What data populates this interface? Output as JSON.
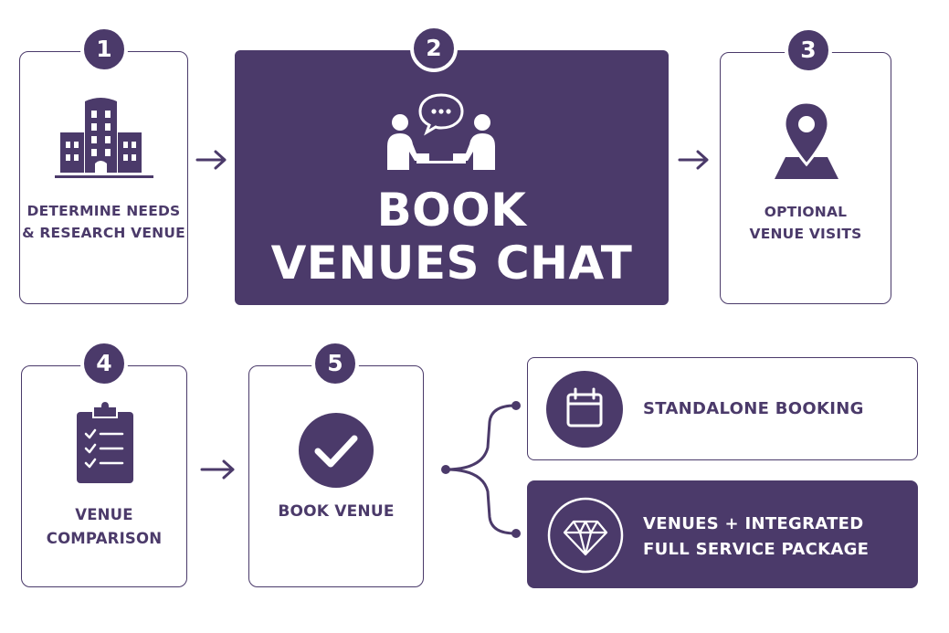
{
  "steps": [
    {
      "number": "1",
      "label": "DETERMINE NEEDS\n& RESEARCH VENUE",
      "icon": "building-icon"
    },
    {
      "number": "2",
      "label": "BOOK\nVENUES CHAT",
      "icon": "meeting-chat-icon"
    },
    {
      "number": "3",
      "label": "OPTIONAL\nVENUE VISITS",
      "icon": "map-pin-icon"
    },
    {
      "number": "4",
      "label": "VENUE\nCOMPARISON",
      "icon": "clipboard-checklist-icon"
    },
    {
      "number": "5",
      "label": "BOOK VENUE",
      "icon": "checkmark-icon"
    }
  ],
  "options": [
    {
      "label": "STANDALONE BOOKING",
      "icon": "calendar-icon"
    },
    {
      "label": "VENUES + INTEGRATED\nFULL SERVICE PACKAGE",
      "icon": "diamond-icon"
    }
  ],
  "colors": {
    "primary": "#4b3a6a",
    "background": "#ffffff"
  }
}
